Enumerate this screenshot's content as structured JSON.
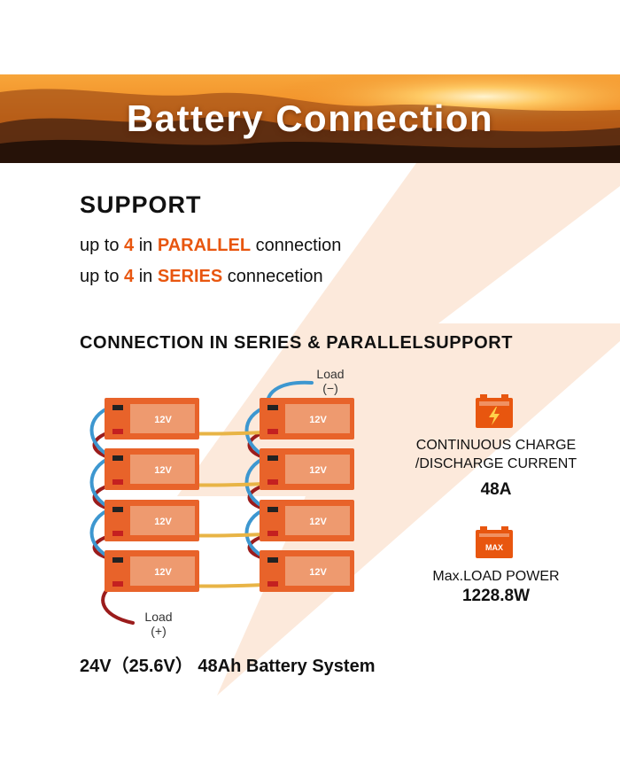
{
  "banner": {
    "title": "Battery Connection"
  },
  "support": {
    "title": "SUPPORT",
    "parallel": {
      "prefix": "up to ",
      "count": "4",
      "mid": " in ",
      "mode": "PARALLEL",
      "suffix": " connection"
    },
    "series": {
      "prefix": "up to ",
      "count": "4",
      "mid": " in ",
      "mode": "SERIES",
      "suffix": " connecetion"
    }
  },
  "diagram": {
    "title": "CONNECTION IN SERIES & PARALLELSUPPORT",
    "battery_label": "12V",
    "load_negative": {
      "label": "Load",
      "polarity": "(−)"
    },
    "load_positive": {
      "label": "Load",
      "polarity": "(+)"
    },
    "system_label": "24V（25.6V） 48Ah Battery System"
  },
  "specs": {
    "charge": {
      "icon": "battery-charge-icon",
      "label_line1": "CONTINUOUS CHARGE",
      "label_line2": "/DISCHARGE CURRENT",
      "value": "48A"
    },
    "power": {
      "icon": "battery-max-icon",
      "badge": "MAX",
      "label": "Max.LOAD POWER",
      "value": "1228.8W"
    }
  },
  "colors": {
    "accent": "#e8560f",
    "battery": "#e8632a",
    "battery_panel": "#ee9a6f",
    "wire_blue": "#3d97d0",
    "wire_red": "#9b1c1c",
    "wire_yellow": "#e8b446",
    "bolt": "#fbe3d2"
  }
}
